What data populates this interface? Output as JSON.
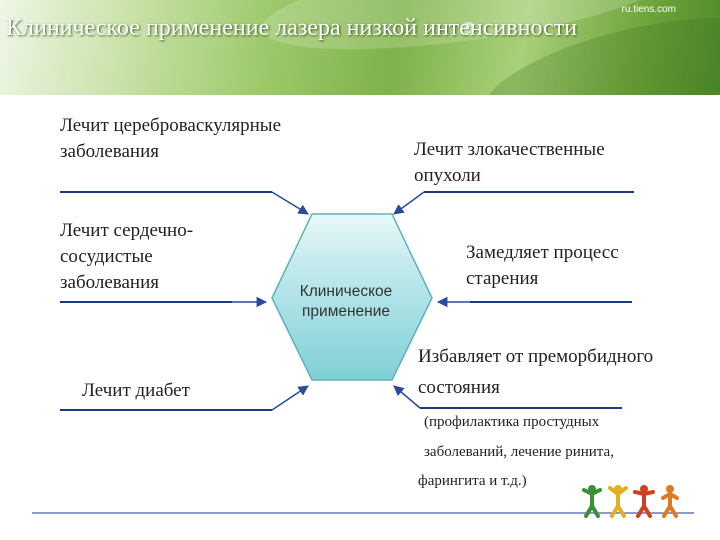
{
  "header": {
    "title": "Клиническое применение лазера низкой интенсивности",
    "site": "ru.tiens.com"
  },
  "center": {
    "label": "Клиническое применение"
  },
  "items": {
    "left_top": "Лечит цереброваскулярные заболевания",
    "left_mid": "Лечит сердечно-сосудистые заболевания",
    "left_bottom": "Лечит диабет",
    "right_top": "Лечит злокачественные опухоли",
    "right_mid": "Замедляет процесс старения",
    "right_bottom": "Избавляет от преморбидного состояния"
  },
  "note": {
    "line1": "(профилактика простудных",
    "line2": "заболеваний, лечение ринита,",
    "line3": "фарингита и т.д.)"
  },
  "colors": {
    "line": "#1b3a86",
    "arrow": "#2a4aa0",
    "hex_fill": "#8fd6dc",
    "hex_fill_light": "#e9f8f9",
    "header_green": "#7fb24a"
  }
}
